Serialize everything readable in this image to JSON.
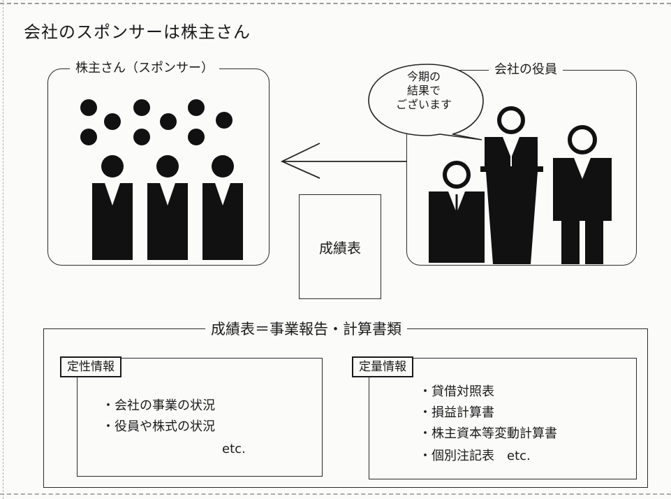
{
  "title": "会社のスポンサーは株主さん",
  "shareholders": {
    "label": "株主さん（スポンサー）"
  },
  "officers": {
    "label": "会社の役員",
    "speech": "今期の\n結果で\nございます"
  },
  "report": {
    "label": "成績表"
  },
  "summary": {
    "heading": "成績表＝事業報告・計算書類",
    "qualitative": {
      "label": "定性情報",
      "items": [
        "・会社の事業の状況",
        "・役員や株式の状況"
      ],
      "etc": "etc."
    },
    "quantitative": {
      "label": "定量情報",
      "items": [
        "・貸借対照表",
        "・損益計算書",
        "・株主資本等変動計算書",
        "・個別注記表　etc."
      ]
    }
  }
}
